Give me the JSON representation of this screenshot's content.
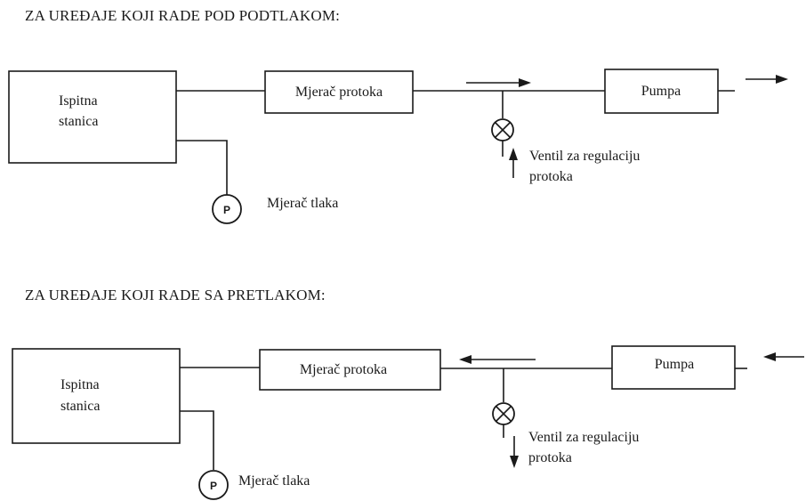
{
  "headings": {
    "vacuum": "ZA UREĐAJE KOJI RADE POD PODTLAKOM:",
    "pressure": "ZA UREĐAJE KOJI RADE SA PRETLAKOM:"
  },
  "vacuum_diagram": {
    "station_line1": "Ispitna",
    "station_line2": "stanica",
    "flow_meter": "Mjerač protoka",
    "pump": "Pumpa",
    "valve_line1": "Ventil za regulaciju",
    "valve_line2": "protoka",
    "gauge_label": "Mjerač tlaka",
    "gauge_symbol": "P"
  },
  "pressure_diagram": {
    "station_line1": "Ispitna",
    "station_line2": "stanica",
    "flow_meter": "Mjerač protoka",
    "pump": "Pumpa",
    "valve_line1": "Ventil za regulaciju",
    "valve_line2": "protoka",
    "gauge_label": "Mjerač tlaka",
    "gauge_symbol": "P"
  },
  "colors": {
    "ink": "#1a1a1a",
    "background": "#ffffff"
  }
}
